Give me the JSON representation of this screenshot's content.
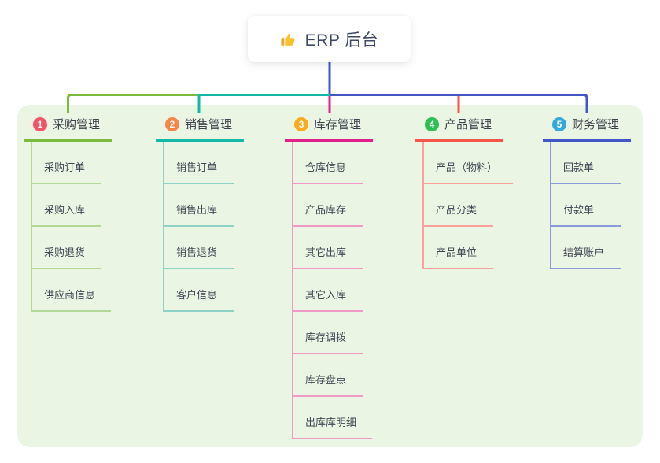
{
  "root": {
    "title": "ERP 后台",
    "icon": "thumbs-up-icon"
  },
  "colors": {
    "canvas_bg": "#ffffff",
    "panel_bg": "#eaf6e3",
    "root_line": "#4356c7",
    "header_text": "#3d424e",
    "child_text": "#434856",
    "title_text": "#3e4a63"
  },
  "branches": [
    {
      "num": "1",
      "label": "采购管理",
      "badge_color": "#f25468",
      "line_color": "#7cb93f",
      "child_line_color": "#b3d795",
      "children": [
        "采购订单",
        "采购入库",
        "采购退货",
        "供应商信息"
      ]
    },
    {
      "num": "2",
      "label": "销售管理",
      "badge_color": "#f98447",
      "line_color": "#14b8a6",
      "child_line_color": "#8fd3c7",
      "children": [
        "销售订单",
        "销售出库",
        "销售退货",
        "客户信息"
      ]
    },
    {
      "num": "3",
      "label": "库存管理",
      "badge_color": "#faab1e",
      "line_color": "#e0218a",
      "child_line_color": "#ef9ac4",
      "children": [
        "仓库信息",
        "产品库存",
        "其它出库",
        "其它入库",
        "库存调拨",
        "库存盘点",
        "出库库明细"
      ]
    },
    {
      "num": "4",
      "label": "产品管理",
      "badge_color": "#2dbe57",
      "line_color": "#f5564c",
      "child_line_color": "#f8a29b",
      "children": [
        "产品（物料）",
        "产品分类",
        "产品单位"
      ]
    },
    {
      "num": "5",
      "label": "财务管理",
      "badge_color": "#33a9dc",
      "line_color": "#4356c7",
      "child_line_color": "#8b9bd9",
      "children": [
        "回款单",
        "付款单",
        "结算账户"
      ]
    }
  ]
}
